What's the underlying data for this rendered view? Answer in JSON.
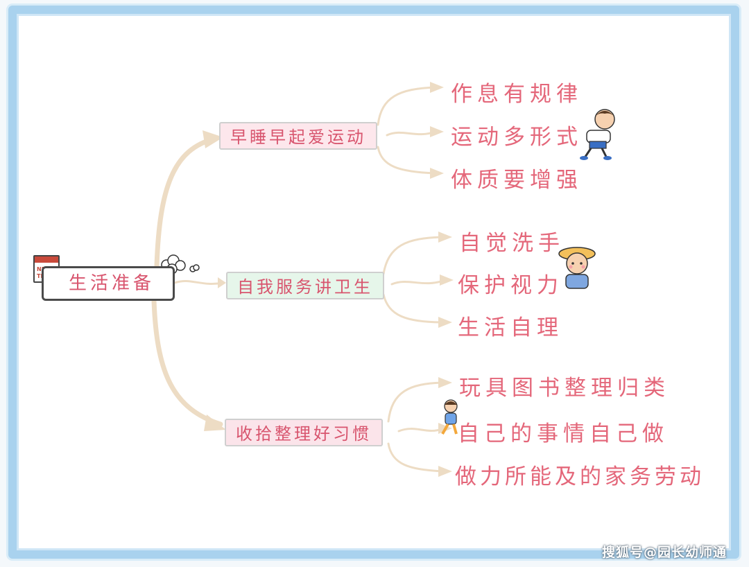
{
  "root": {
    "label": "生活准备"
  },
  "calendar_icon": {
    "lines": [
      "NEW",
      "TERM"
    ]
  },
  "branches": [
    {
      "label": "早睡早起爱运动",
      "children": [
        "作息有规律",
        "运动多形式",
        "体质要增强"
      ]
    },
    {
      "label": "自我服务讲卫生",
      "children": [
        "自觉洗手",
        "保护视力",
        "生活自理"
      ]
    },
    {
      "label": "收拾整理好习惯",
      "children": [
        "玩具图书整理归类",
        "自己的事情自己做",
        "做力所能及的家务劳动"
      ]
    }
  ],
  "watermark": "搜狐号@园长幼师通",
  "colors": {
    "text": "#e4677a",
    "frame": "#a9d2ee",
    "arrow": "#eddcc4",
    "tag_pink": "#fde7ec",
    "tag_green": "#e6f6ea"
  }
}
